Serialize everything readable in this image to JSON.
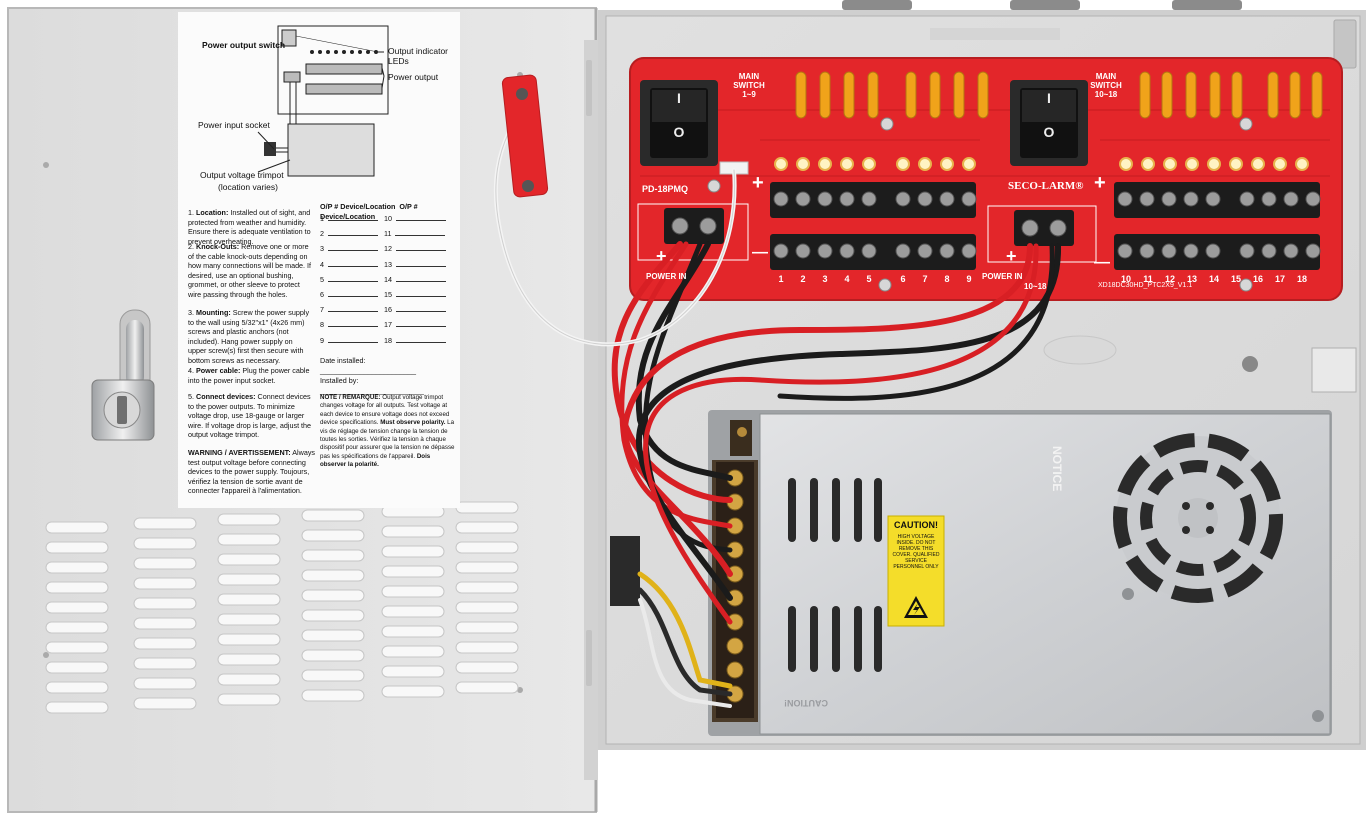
{
  "colors": {
    "enclosure": "#e3e3e3",
    "enclosure_shadow": "#c9c9c9",
    "pcb_red": "#e3262a",
    "psu_silver": "#cfd1d3",
    "caution_yellow": "#f4dd2a",
    "wire_red": "#d81f24",
    "wire_black": "#1b1b1b"
  },
  "instruction_sheet": {
    "diagram_labels": {
      "power_output_switch": "Power output switch",
      "output_indicator_leds": "Output indicator LEDs",
      "power_output": "Power output",
      "power_input_socket": "Power input socket",
      "output_voltage_trimpot": "Output voltage trimpot",
      "location_varies": "(location varies)"
    },
    "steps": [
      {
        "num": "1.",
        "title": "Location:",
        "text": "Installed out of sight, and protected from weather and humidity. Ensure there is adequate ventilation to prevent overheating."
      },
      {
        "num": "2.",
        "title": "Knock-Outs:",
        "text": "Remove one or more of the cable knock-outs depending on how many connections will be made. If desired, use an optional bushing, grommet, or other sleeve to protect wire passing through the holes."
      },
      {
        "num": "3.",
        "title": "Mounting:",
        "text": "Screw the power supply to the wall using 5/32\"x1\" (4x26 mm) screws and plastic anchors (not included). Hang power supply on upper screw(s) first then secure with bottom screws as necessary."
      },
      {
        "num": "4.",
        "title": "Power cable:",
        "text": "Plug the power cable into the power input socket."
      },
      {
        "num": "5.",
        "title": "Connect devices:",
        "text": "Connect devices to the power outputs. To minimize voltage drop, use 18-gauge or larger wire. If voltage drop is large, adjust the output voltage trimpot."
      }
    ],
    "warning_title": "WARNING / AVERTISSEMENT:",
    "warning_text": "Always test output voltage before connecting devices to the power supply. Toujours, vérifiez la tension de sortie avant de connecter l'appareil à l'alimentation.",
    "table_headers": [
      "O/P #",
      "Device/Location",
      "O/P #",
      "Device/Location"
    ],
    "left_rows": [
      "1",
      "2",
      "3",
      "4",
      "5",
      "6",
      "7",
      "8",
      "9"
    ],
    "right_rows": [
      "10",
      "11",
      "12",
      "13",
      "14",
      "15",
      "16",
      "17",
      "18"
    ],
    "date_installed": "Date installed:",
    "installed_by": "Installed by:",
    "note_title": "NOTE / REMARQUE:",
    "note_text": "Output voltage trimpot changes voltage for all outputs. Test voltage at each device to ensure voltage does not exceed device specifications.",
    "polarity_title": "Must observe polarity.",
    "polarity_text": "La vis de réglage de tension change la tension de toutes les sorties. Vérifiez la tension à chaque dispositif pour assurer que la tension ne dépasse pas les spécifications de l'appareil.",
    "polarity_fr": "Dois observer la polarité."
  },
  "pcb": {
    "main_switch_left": "MAIN SWITCH",
    "main_switch_left_range": "1~9",
    "main_switch_right": "MAIN SWITCH",
    "main_switch_right_range": "10~18",
    "model": "PD-18PMQ",
    "brand": "SECO-LARM®",
    "power_in_left": "POWER IN",
    "power_in_right": "POWER IN",
    "power_in_right_range": "10~18",
    "part_number": "XD18DC30HD_PTC2X9_V1.1",
    "rocker_on": "I",
    "rocker_off": "O",
    "left_outputs": [
      "1",
      "2",
      "3",
      "4",
      "5",
      "6",
      "7",
      "8",
      "9"
    ],
    "right_outputs": [
      "10",
      "11",
      "12",
      "13",
      "14",
      "15",
      "16",
      "17",
      "18"
    ],
    "plus": "+",
    "minus": "—"
  },
  "psu": {
    "caution_title": "CAUTION!",
    "caution_text": "HIGH VOLTAGE INSIDE. DO NOT REMOVE THIS COVER. QUALIFIED SERVICE PERSONNEL ONLY",
    "notice": "NOTICE",
    "bottom_caution": "CAUTION!"
  }
}
